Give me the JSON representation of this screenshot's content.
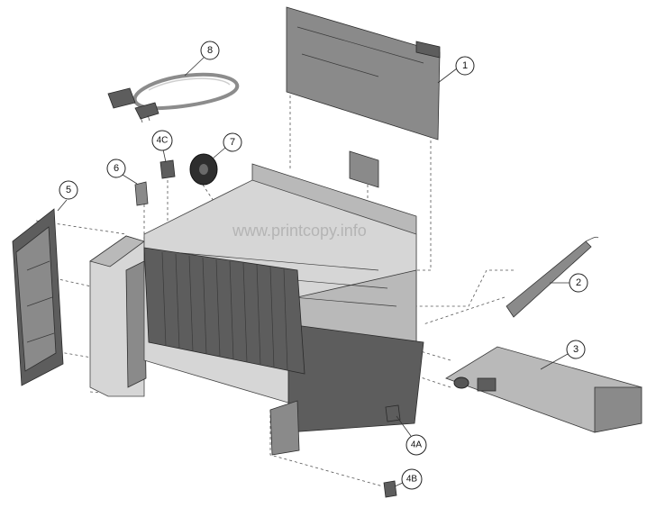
{
  "watermark": "www.printcopy.info",
  "callouts": {
    "c1": "1",
    "c2": "2",
    "c3": "3",
    "c4a": "4A",
    "c4b": "4B",
    "c4c": "4C",
    "c5": "5",
    "c6": "6",
    "c7": "7",
    "c8": "8"
  }
}
